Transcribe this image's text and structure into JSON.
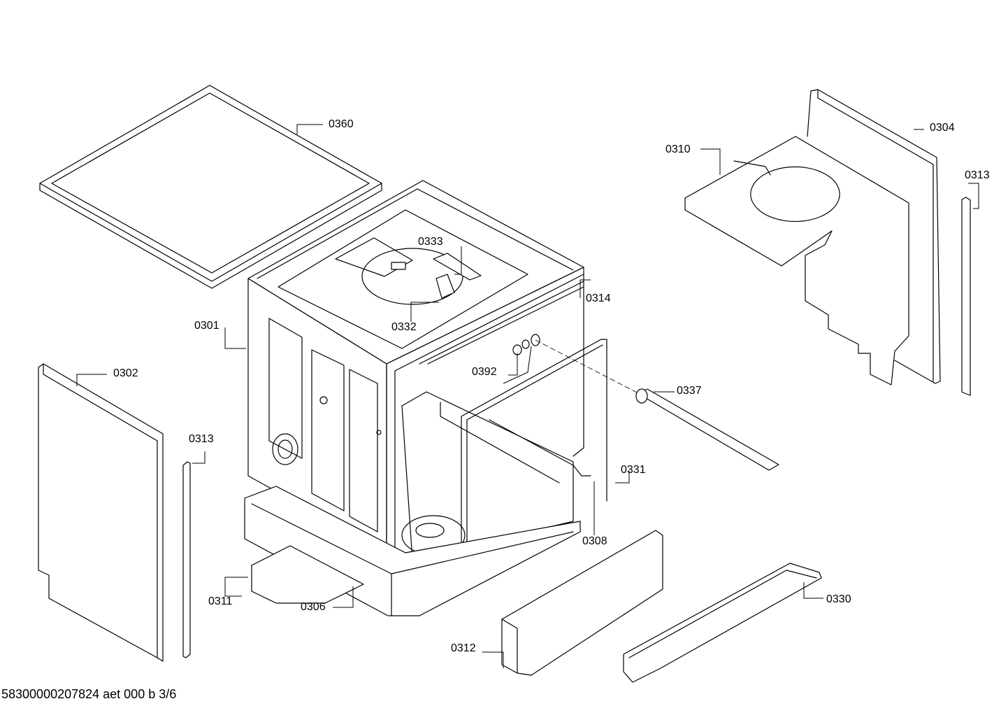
{
  "diagram": {
    "labels": [
      {
        "id": "0360",
        "text": "0360"
      },
      {
        "id": "0333",
        "text": "0333"
      },
      {
        "id": "0332",
        "text": "0332"
      },
      {
        "id": "0314",
        "text": "0314"
      },
      {
        "id": "0301",
        "text": "0301"
      },
      {
        "id": "0302",
        "text": "0302"
      },
      {
        "id": "0313a",
        "text": "0313"
      },
      {
        "id": "0392",
        "text": "0392"
      },
      {
        "id": "0337",
        "text": "0337"
      },
      {
        "id": "0331",
        "text": "0331"
      },
      {
        "id": "0308",
        "text": "0308"
      },
      {
        "id": "0311",
        "text": "0311"
      },
      {
        "id": "0306",
        "text": "0306"
      },
      {
        "id": "0312",
        "text": "0312"
      },
      {
        "id": "0330",
        "text": "0330"
      },
      {
        "id": "0310",
        "text": "0310"
      },
      {
        "id": "0304",
        "text": "0304"
      },
      {
        "id": "0313b",
        "text": "0313"
      }
    ],
    "footer": "58300000207824 aet 000 b 3/6"
  }
}
